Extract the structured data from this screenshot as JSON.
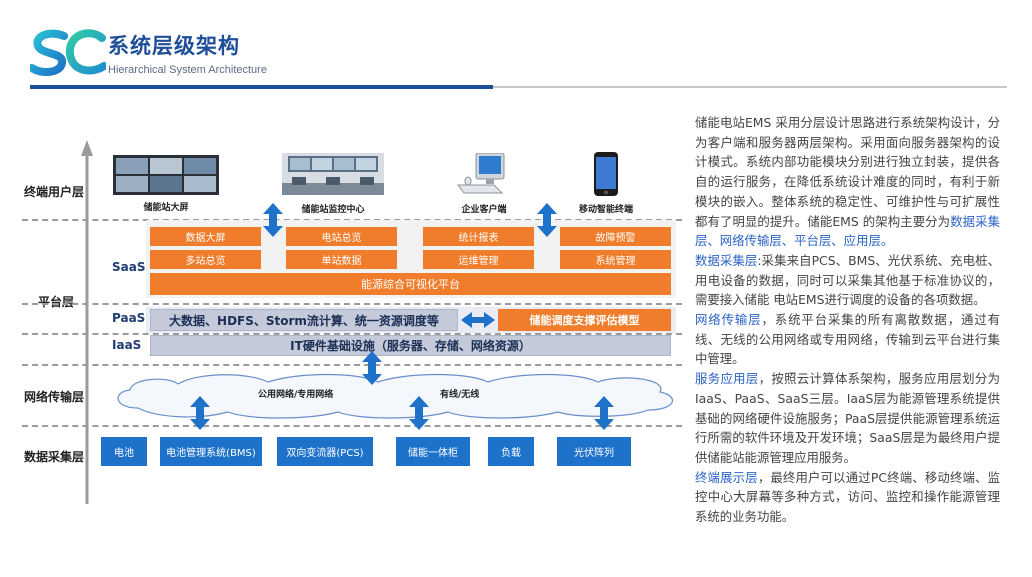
{
  "header": {
    "logo_text": "SC",
    "title": "系统层级架构",
    "subtitle": "Hierarchical System Architecture"
  },
  "layers": {
    "terminal": "终端用户层",
    "platform": "平台层",
    "network": "网络传输层",
    "collection": "数据采集层"
  },
  "sublayers": {
    "saas": "SaaS",
    "paas": "PaaS",
    "iaas": "IaaS"
  },
  "devices": {
    "big_screen": "储能站大屏",
    "monitor_center": "储能站监控中心",
    "enterprise_client": "企业客户端",
    "mobile_terminal": "移动智能终端"
  },
  "saas_modules": [
    "数据大屏",
    "电站总览",
    "统计报表",
    "故障预警",
    "多站总览",
    "单站数据",
    "运维管理",
    "系统管理"
  ],
  "platform_bar": "能源综合可视化平台",
  "paas_bar": "大数据、HDFS、Storm流计算、统一资源调度等",
  "paas_model": "储能调度支撑评估模型",
  "iaas_bar": "IT硬件基础设施（服务器、存储、网络资源）",
  "network_labels": {
    "public": "公用网络/专用网络",
    "wired": "有线/无线"
  },
  "collection_items": [
    "电池",
    "电池管理系统(BMS)",
    "双向变流器(PCS)",
    "储能一体柜",
    "负载",
    "光伏阵列"
  ],
  "description": {
    "intro": "储能电站EMS 采用分层设计思路进行系统架构设计，分为客户端和服务器两层架构。采用面向服务器架构的设计模式。系统内部功能模块分别进行独立封装，提供各自的运行服务，在降低系统设计难度的同时，有利于新模块的嵌入。整体系统的稳定性、可维护性与可扩展性都有了明显的提升。储能EMS 的架构主要分为",
    "intro_layers": "数据采集层、网络传输层、平台层、应用层。",
    "collect_title": "数据采集层",
    "collect_text": ":采集来自PCS、BMS、光伏系统、充电桩、用电设备的数据，同时可以采集其他基于标准协议的，需要接入储能 电站EMS进行调度的设备的各项数据。",
    "network_title": "网络传输层",
    "network_text": "，系统平台采集的所有离散数据，通过有线、无线的公用网络或专用网络，传输到云平台进行集中管理。",
    "service_title": "服务应用层",
    "service_text": "，按照云计算体系架构，服务应用层划分为IaaS、PaaS、SaaS三层。IaaS层为能源管理系统提供基础的网络硬件设施服务；PaaS层提供能源管理系统运行所需的软件环境及开发环境；SaaS层是为最终用户提供储能站能源管理应用服务。",
    "terminal_title": "终端展示层",
    "terminal_text": "，最终用户可以通过PC终端、移动终端、监控中心大屏幕等多种方式，访问、监控和操作能源管理系统的业务功能。"
  },
  "colors": {
    "brand_blue": "#1f4e9b",
    "accent_orange": "#ef7d2b",
    "box_blue": "#1e72c9",
    "highlight_blue": "#2a64c4"
  }
}
